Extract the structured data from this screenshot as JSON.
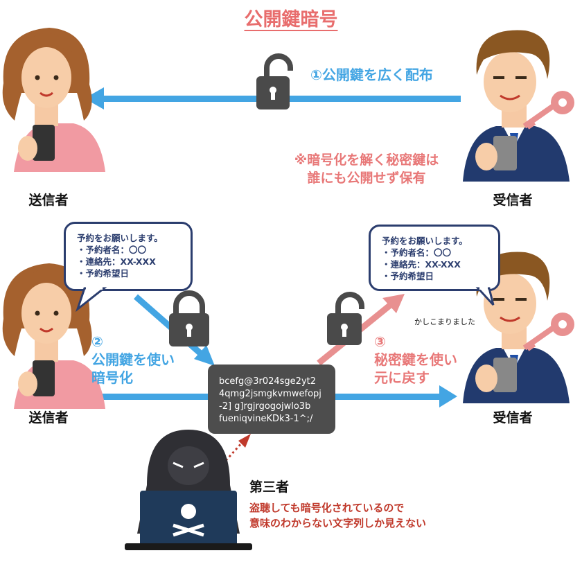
{
  "title": "公開鍵暗号",
  "top": {
    "step1_label": "①公開鍵を広く配布",
    "secret_note": [
      "※暗号化を解く秘密鍵は",
      "誰にも公開せず保有"
    ],
    "sender_label": "送信者",
    "receiver_label": "受信者"
  },
  "bottom": {
    "sender_bubble": [
      "予約をお願いします。",
      "・予約者名：〇〇",
      "・連絡先：XX-XXX",
      "・予約希望日"
    ],
    "receiver_bubble": [
      "予約をお願いします。",
      "・予約者名：〇〇",
      "・連絡先：XX-XXX",
      "・予約希望日"
    ],
    "receiver_reply": "かしこまりました",
    "step2_label": [
      "②",
      "公開鍵を使い",
      "暗号化"
    ],
    "step3_label": [
      "③",
      "秘密鍵を使い",
      "元に戻す"
    ],
    "cipher_text": [
      "bcefg@3r024sge2yt2",
      "4qmg2jsmgkvmwefopj",
      "-2] g]rgjrgogojwlo3b",
      "fueniqvineKDk3-1^;/"
    ],
    "sender_label": "送信者",
    "receiver_label": "受信者",
    "third_party_label": "第三者",
    "third_party_note": [
      "盗聴しても暗号化されているので",
      "意味のわからない文字列しか見えない"
    ]
  },
  "colors": {
    "title": "#e86d6d",
    "blue_arrow": "#43a5e3",
    "red_arrow": "#e89090",
    "bubble_border": "#2b3d6e",
    "cipher_bg": "#4d4d4d",
    "third_party_note": "#c0392b"
  }
}
